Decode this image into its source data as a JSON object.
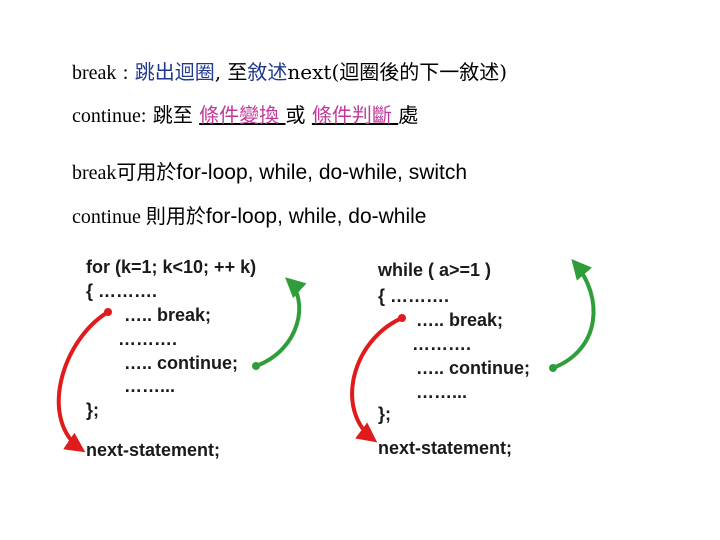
{
  "line1": {
    "keyword": "break",
    "colon": " :",
    "desc_a": "跳出迴圈",
    "desc_b": ", 至",
    "desc_c": "敘述",
    "desc_d": "next(迴圈後的下一敘述)"
  },
  "line2": {
    "keyword": "continue:",
    "desc_a": " 跳至 ",
    "link1": "條件變換 ",
    "mid": " 或 ",
    "link2": "條件判斷 ",
    "end": " 處"
  },
  "line3": {
    "keyword": "break",
    "zh": "可用於",
    "rest": "for-loop, while, do-while, switch"
  },
  "line4": {
    "keyword": "continue ",
    "zh": "則用於",
    "rest": "for-loop, while, do-while"
  },
  "left_code": {
    "l1": "for (k=1; k<10; ++ k)",
    "l2": "{ ……….",
    "l3": "….. break;",
    "l4": "……….",
    "l5": "….. continue;",
    "l6": "……...",
    "l7": "};",
    "next": "next-statement;"
  },
  "right_code": {
    "l1": "while ( a>=1 )",
    "l2": "{ ……….",
    "l3": "….. break;",
    "l4": "……….",
    "l5": "….. continue;",
    "l6": "……...",
    "l7": "};",
    "next": "next-statement;"
  },
  "colors": {
    "break_arrow": "#e01b1b",
    "continue_arrow": "#2f9e3a",
    "link": "#c0399a",
    "desc": "#1f3a8c"
  }
}
